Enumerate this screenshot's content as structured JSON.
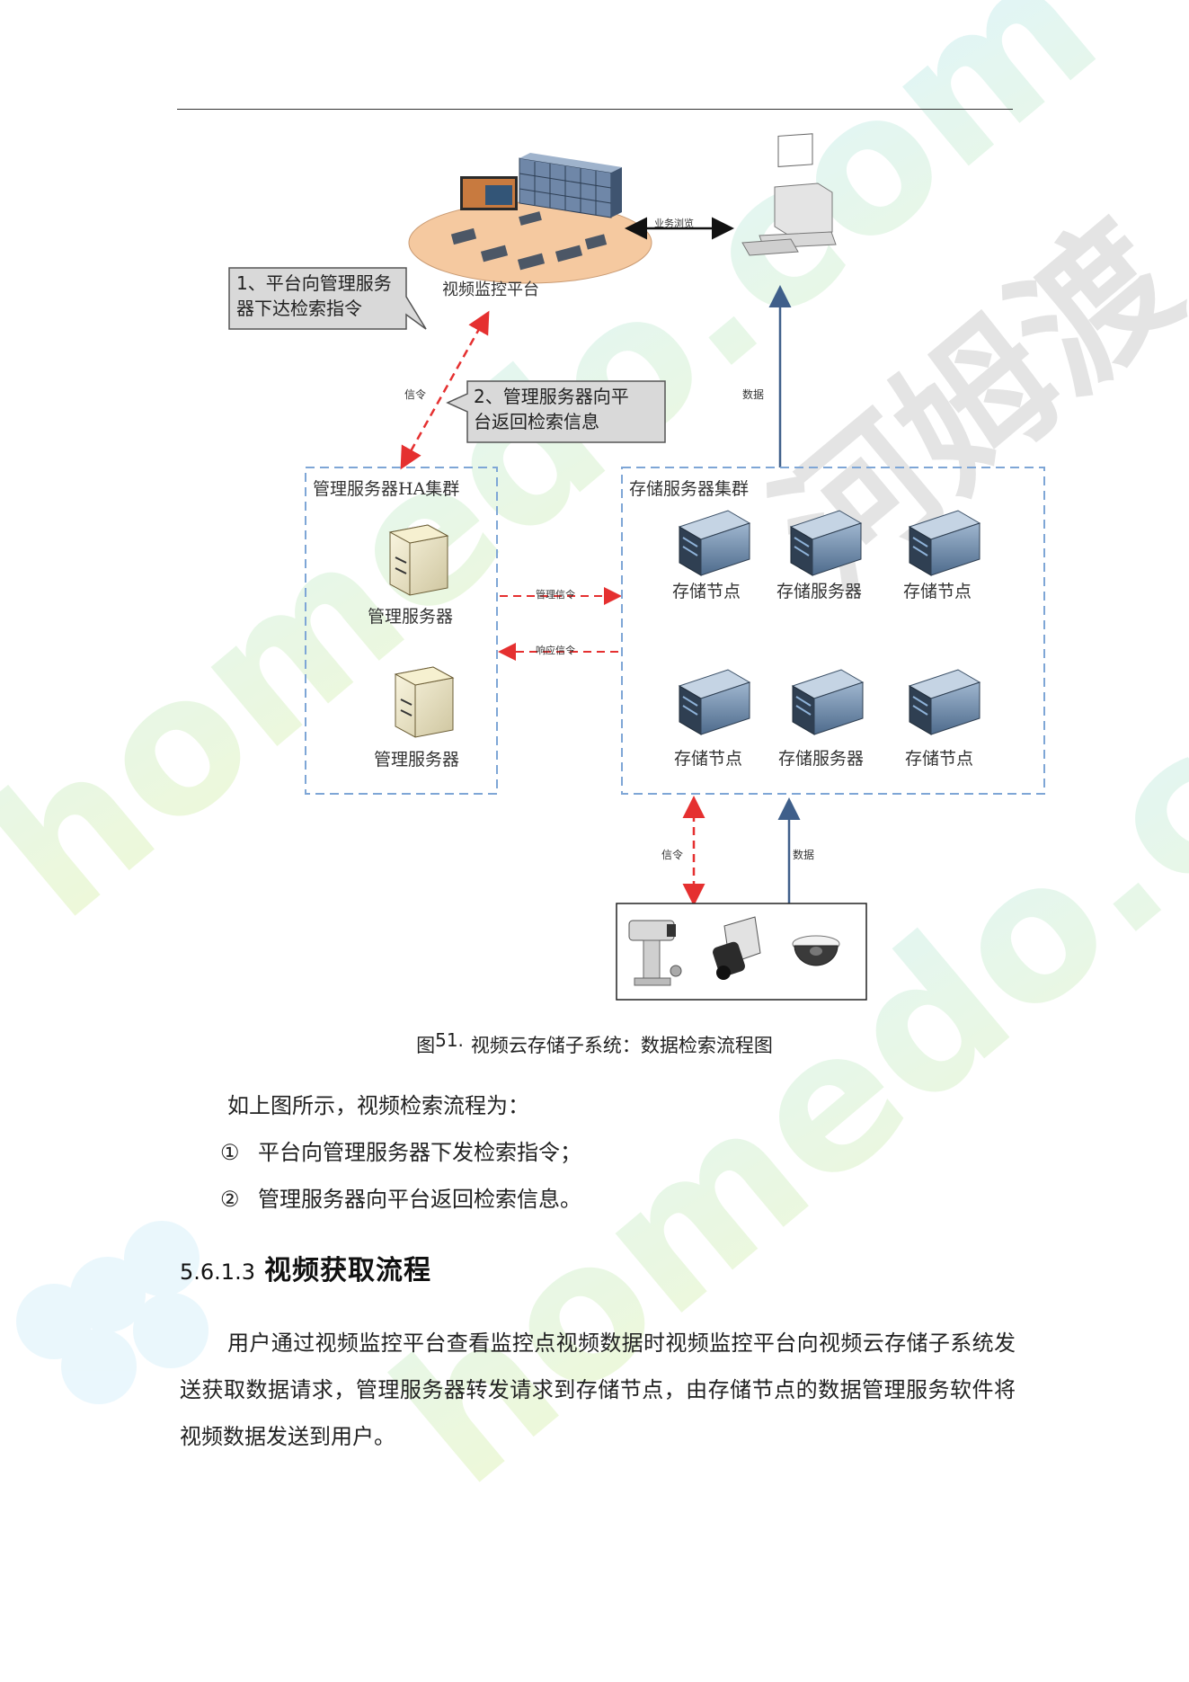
{
  "figure": {
    "platform_label": "视频监控平台",
    "business_browse_label": "业务浏览",
    "callout1": [
      "1、平台向管理服务",
      "器下达检索指令"
    ],
    "callout2": [
      "2、管理服务器向平",
      "台返回检索信息"
    ],
    "signal_label": "信令",
    "data_label": "数据",
    "mgmt_cluster_title": "管理服务器HA集群",
    "mgmt_servers": [
      "管理服务器",
      "管理服务器"
    ],
    "storage_cluster_title": "存储服务器集群",
    "storage_row1": [
      "存储节点",
      "存储服务器",
      "存储节点"
    ],
    "storage_row2": [
      "存储节点",
      "存储服务器",
      "存储节点"
    ],
    "mgmt_signal_label": "管理信令",
    "response_signal_label": "响应信令",
    "camera_signal_label": "信令",
    "camera_data_label": "数据",
    "colors": {
      "signal_arrow": "#e53030",
      "data_arrow": "#3f5f8a",
      "cluster_border": "#7ea6d6"
    }
  },
  "caption": {
    "prefix": "图",
    "number": "51.",
    "text": "视频云存储子系统：数据检索流程图"
  },
  "intro": "如上图所示，视频检索流程为：",
  "steps": [
    {
      "marker": "①",
      "text": "平台向管理服务器下发检索指令；"
    },
    {
      "marker": "②",
      "text": "管理服务器向平台返回检索信息。"
    }
  ],
  "section": {
    "number": "5.6.1.3",
    "title": "视频获取流程"
  },
  "paragraph": "用户通过视频监控平台查看监控点视频数据时视频监控平台向视频云存储子系统发送获取数据请求，管理服务器转发请求到存储节点，由存储节点的数据管理服务软件将视频数据发送到用户。",
  "watermark": {
    "text1": "homedo.com",
    "text2": "河姆渡"
  }
}
